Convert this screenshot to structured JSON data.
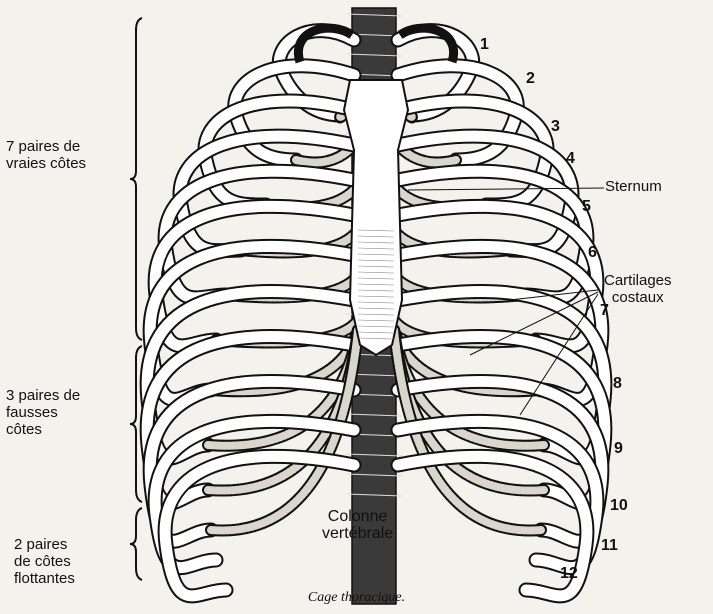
{
  "caption": "Cage thoracique.",
  "groups": [
    {
      "line1": "7 paires de",
      "line2": "vraies côtes",
      "line3": ""
    },
    {
      "line1": "3 paires de",
      "line2": "fausses",
      "line3": "côtes"
    },
    {
      "line1": "2 paires",
      "line2": "de côtes",
      "line3": "flottantes"
    }
  ],
  "labels": {
    "sternum": "Sternum",
    "cartilages_line1": "Cartilages",
    "cartilages_line2": "costaux",
    "colonne_line1": "Colonne",
    "colonne_line2": "vertébrale"
  },
  "rib_numbers": [
    "1",
    "2",
    "3",
    "4",
    "5",
    "6",
    "7",
    "8",
    "9",
    "10",
    "11",
    "12"
  ],
  "colors": {
    "ink": "#111111",
    "paper": "#f4f2ec",
    "bone": "#ffffff",
    "cartilage": "#d9d6cc"
  }
}
